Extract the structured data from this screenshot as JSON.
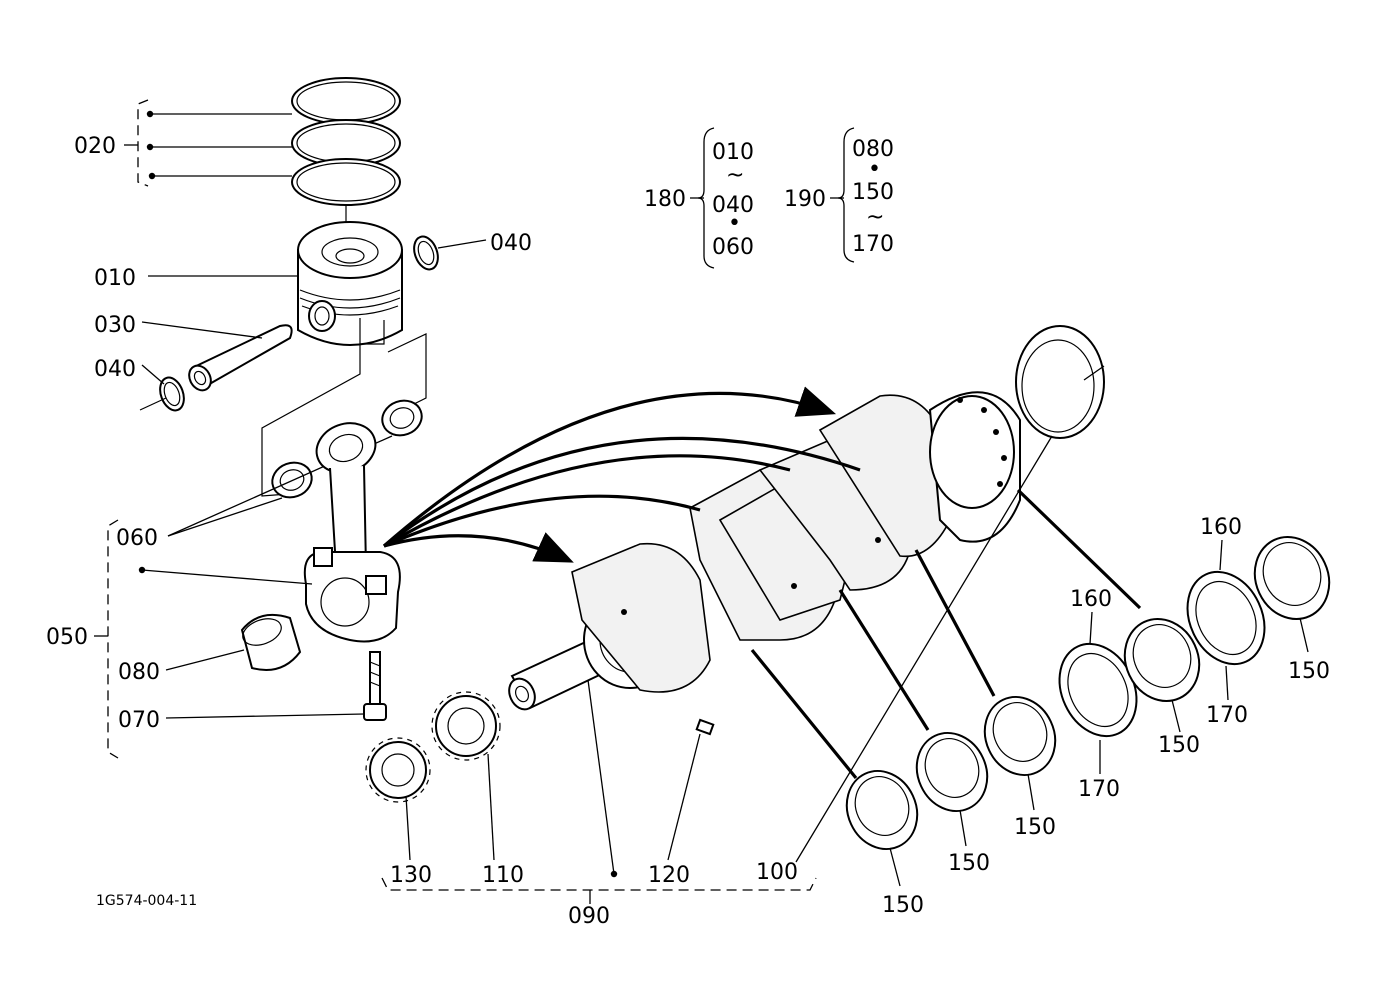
{
  "diagram_code": "1G574-004-11",
  "labels": {
    "p020": "020",
    "p010": "010",
    "p030": "030",
    "p040a": "040",
    "p040b": "040",
    "p060": "060",
    "p050": "050",
    "p080": "080",
    "p070": "070",
    "p130": "130",
    "p110": "110",
    "p090": "090",
    "p120": "120",
    "p100": "100",
    "p150a": "150",
    "p150b": "150",
    "p150c": "150",
    "p150d": "150",
    "p150e": "150",
    "p160a": "160",
    "p160b": "160",
    "p170a": "170",
    "p170b": "170"
  },
  "sets": {
    "s180": {
      "code": "180",
      "items": [
        "010",
        "~",
        "040",
        "•",
        "060"
      ]
    },
    "s190": {
      "code": "190",
      "items": [
        "080",
        "•",
        "150",
        "~",
        "170"
      ]
    }
  }
}
